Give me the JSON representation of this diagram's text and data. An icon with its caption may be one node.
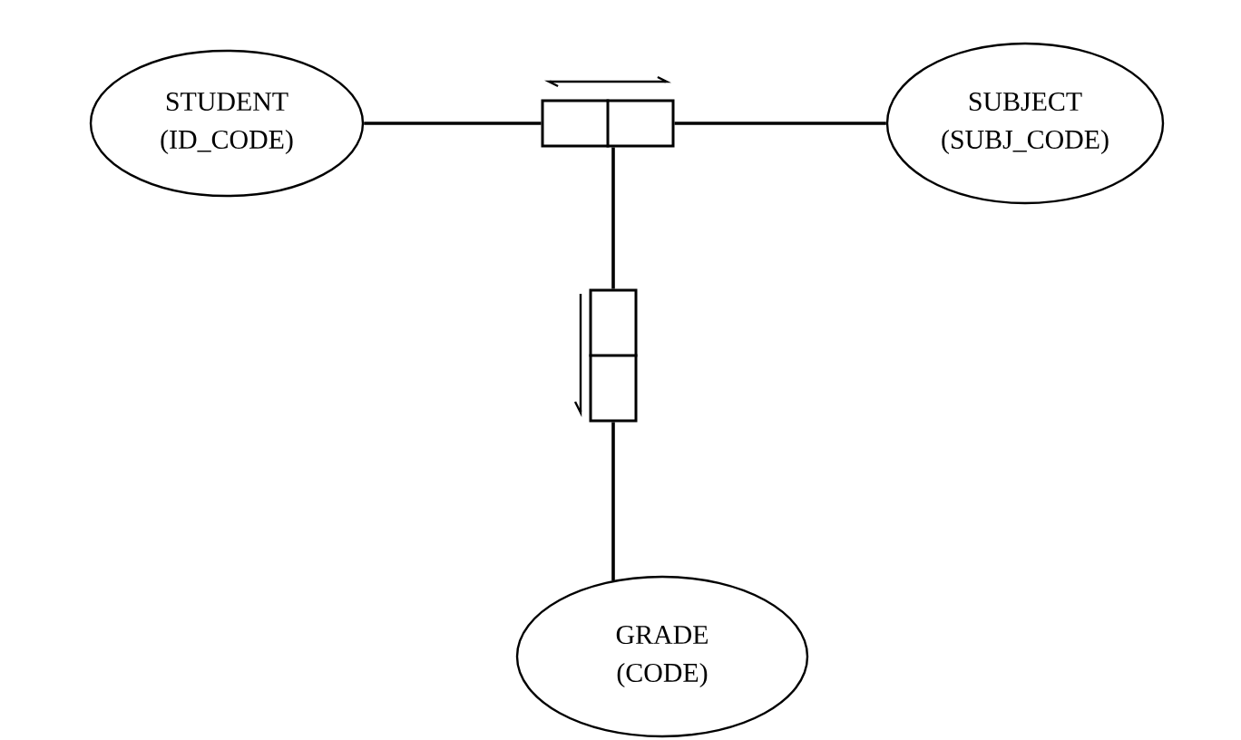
{
  "diagram": {
    "nodes": [
      {
        "text": [
          "STUDENT",
          "(ID_CODE)"
        ]
      },
      {
        "text": [
          "SUBJECT",
          "(SUBJ_CODE)"
        ]
      },
      {
        "text": [],
        "shape": "box"
      },
      {
        "text": [],
        "shape": "box"
      },
      {
        "text": [
          "GRADE",
          "(CODE)"
        ]
      }
    ],
    "edges": [
      {
        "from": 0,
        "to": 2,
        "arrow": "none"
      },
      {
        "from": 2,
        "to": 1,
        "arrow": "none"
      },
      {
        "from": 2,
        "to": 3,
        "arrow": "none"
      },
      {
        "from": 3,
        "to": 4,
        "arrow": "none"
      }
    ]
  }
}
